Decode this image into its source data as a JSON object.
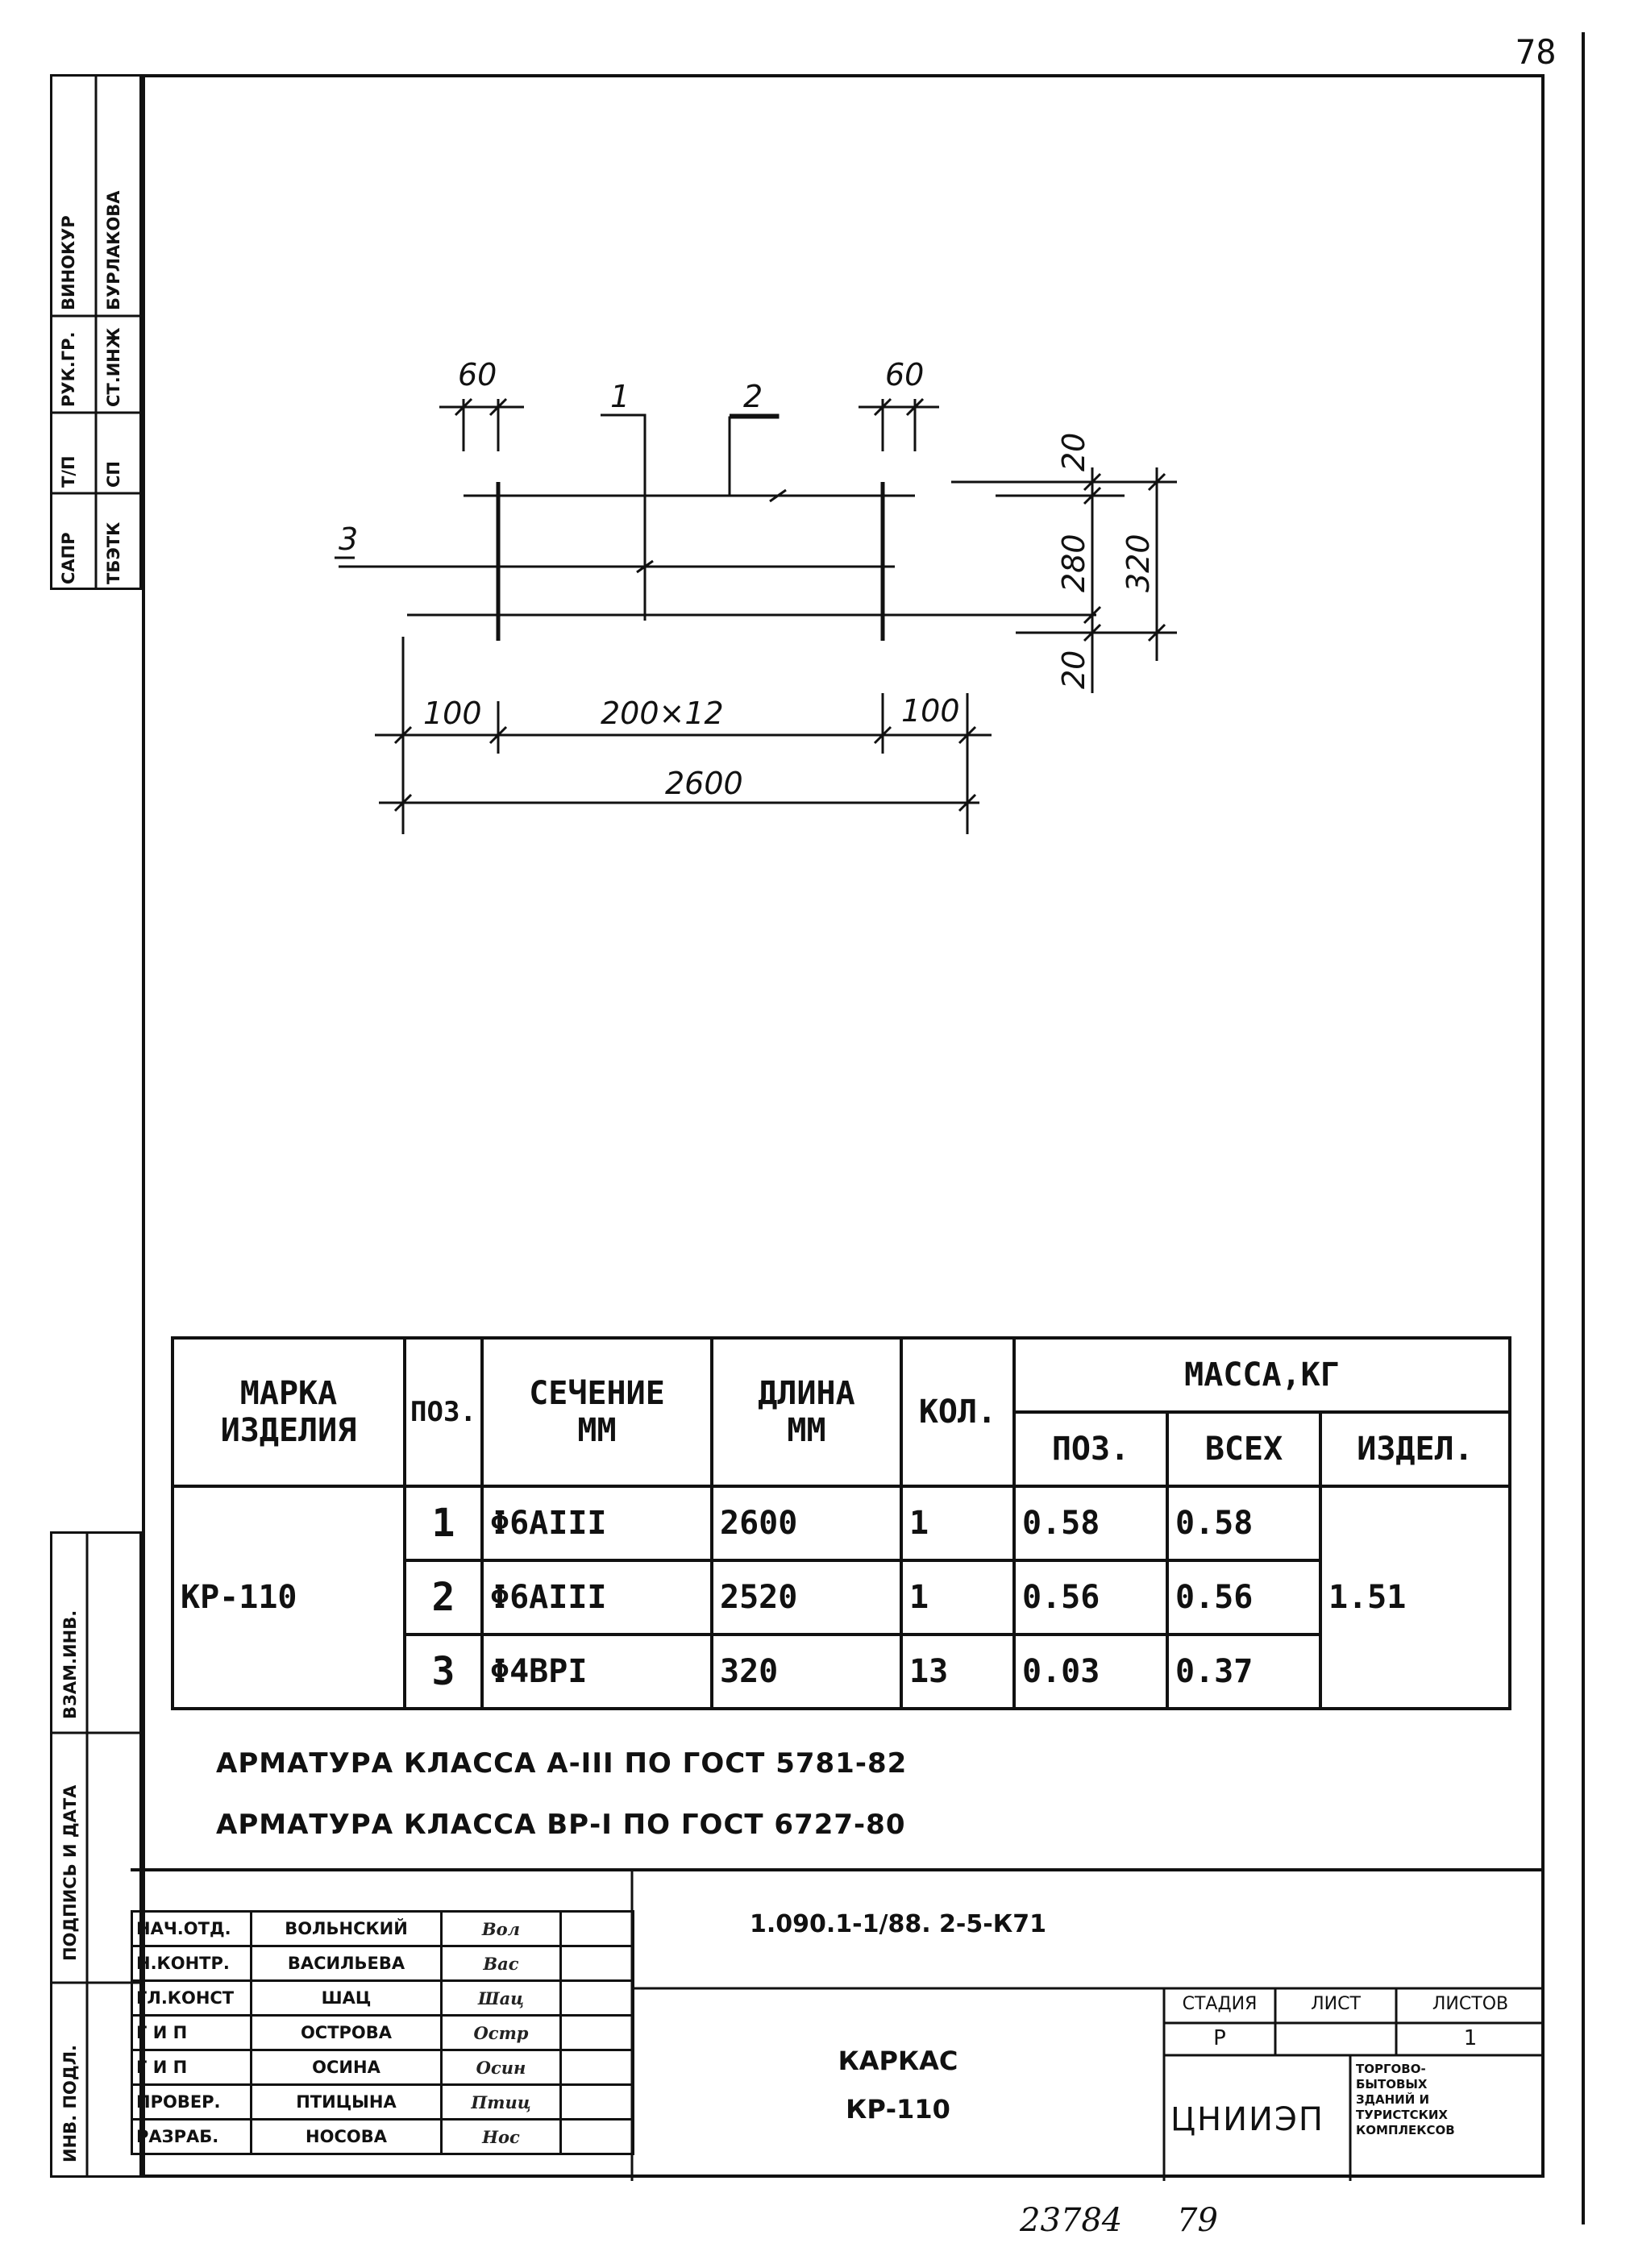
{
  "page_number": "78",
  "bottom_numbers": [
    "23784",
    "79"
  ],
  "side_labels_top": [
    {
      "row1": "ВИНОКУР",
      "row2": "БУРЛАКОВА"
    },
    {
      "row1": "РУК.ГР.",
      "row2": "СТ.ИНЖ"
    },
    {
      "row1": "Т/П",
      "row2": "СП"
    },
    {
      "row1": "САПР",
      "row2": "ТБЭТК"
    }
  ],
  "side_labels_bottom": [
    "ВЗАМ.ИНВ.",
    "ПОДПИСЬ И ДАТА",
    "ИНВ. ПОДЛ."
  ],
  "drawing": {
    "dims": {
      "left_end": "60",
      "right_end": "60",
      "pos1": "1",
      "pos2": "2",
      "pos3": "3",
      "top_gap": "20",
      "mid_gap": "280",
      "bottom_gap": "20",
      "height_total": "320",
      "left_overhang": "100",
      "spacing": "200×12",
      "right_overhang": "100",
      "length_total": "2600"
    }
  },
  "spec_table": {
    "headers": {
      "mark": [
        "МАРКА",
        "ИЗДЕЛИЯ"
      ],
      "pos": "ПОЗ.",
      "section": [
        "СЕЧЕНИЕ",
        "ММ"
      ],
      "length": [
        "ДЛИНА",
        "ММ"
      ],
      "qty": "КОЛ.",
      "mass": "МАССА,КГ",
      "mass_pos": "ПОЗ.",
      "mass_all": "ВСЕХ",
      "mass_item": "ИЗДЕЛ."
    },
    "mark_value": "КР-110",
    "item_mass": "1.51",
    "rows": [
      {
        "pos": "1",
        "section": "Φ6AIII",
        "length": "2600",
        "qty": "1",
        "mass_pos": "0.58",
        "mass_all": "0.58"
      },
      {
        "pos": "2",
        "section": "Φ6AIII",
        "length": "2520",
        "qty": "1",
        "mass_pos": "0.56",
        "mass_all": "0.56"
      },
      {
        "pos": "3",
        "section": "Φ4BPI",
        "length": "320",
        "qty": "13",
        "mass_pos": "0.03",
        "mass_all": "0.37"
      }
    ]
  },
  "notes": [
    "АРМАТУРА КЛАССА А-III ПО ГОСТ 5781-82",
    "АРМАТУРА КЛАССА ВР-I ПО ГОСТ 6727-80"
  ],
  "title_block": {
    "doc_code": "1.090.1-1/88. 2-5-К71",
    "title": [
      "КАРКАС",
      "КР-110"
    ],
    "stage_header": "СТАДИЯ",
    "sheet_header": "ЛИСТ",
    "sheets_header": "ЛИСТОВ",
    "stage_value": "Р",
    "sheet_value": "",
    "sheets_value": "1",
    "org": "ЦНИИЭП",
    "org_desc": [
      "ТОРГОВО-",
      "БЫТОВЫХ",
      "ЗДАНИЙ И",
      "ТУРИСТСКИХ",
      "КОМПЛЕКСОВ"
    ],
    "people": [
      {
        "role": "НАЧ.ОТД.",
        "name": "ВОЛЬНСКИЙ",
        "sig": "Вол"
      },
      {
        "role": "Н.КОНТР.",
        "name": "ВАСИЛЬЕВА",
        "sig": "Вас"
      },
      {
        "role": "ГЛ.КОНСТ",
        "name": "ШАЦ",
        "sig": "Шац"
      },
      {
        "role": "Г И П",
        "name": "ОСТРОВА",
        "sig": "Остр"
      },
      {
        "role": "Г И П",
        "name": "ОСИНА",
        "sig": "Осин"
      },
      {
        "role": "ПРОВЕР.",
        "name": "ПТИЦЫНА",
        "sig": "Птиц"
      },
      {
        "role": "РАЗРАБ.",
        "name": "НОСОВА",
        "sig": "Нос"
      }
    ]
  }
}
